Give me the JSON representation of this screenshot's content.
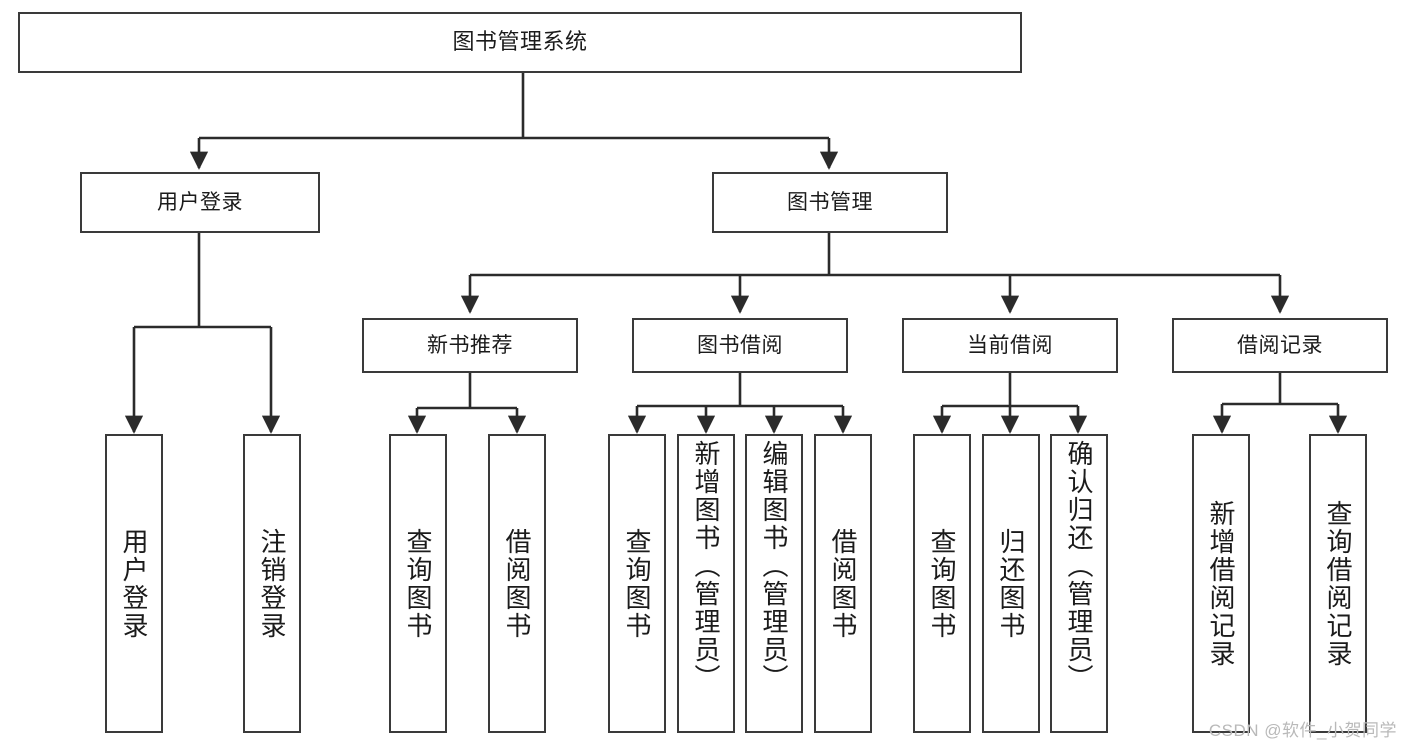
{
  "diagram": {
    "type": "tree-hierarchy",
    "title": "图书管理系统",
    "watermark": "CSDN @软件_小贺同学",
    "colors": {
      "background": "#ffffff",
      "node_fill": "#ffffff",
      "node_border": "#3a3a3a",
      "edge": "#2b2b2b",
      "text": "#1b1b1b",
      "watermark": "#b9b9b9"
    },
    "levels": [
      {
        "level": 0,
        "nodes": [
          {
            "id": "root",
            "label": "图书管理系统"
          }
        ]
      },
      {
        "level": 1,
        "nodes": [
          {
            "id": "user-login",
            "label": "用户登录",
            "parent": "root"
          },
          {
            "id": "book-manage",
            "label": "图书管理",
            "parent": "root"
          }
        ]
      },
      {
        "level": 2,
        "nodes": [
          {
            "id": "new-book-rec",
            "label": "新书推荐",
            "parent": "book-manage"
          },
          {
            "id": "book-borrow",
            "label": "图书借阅",
            "parent": "book-manage"
          },
          {
            "id": "current-borrow",
            "label": "当前借阅",
            "parent": "book-manage"
          },
          {
            "id": "borrow-record",
            "label": "借阅记录",
            "parent": "book-manage"
          }
        ]
      },
      {
        "level": 3,
        "nodes": [
          {
            "id": "leaf-1",
            "label": "用户登录",
            "parent": "user-login"
          },
          {
            "id": "leaf-2",
            "label": "注销登录",
            "parent": "user-login"
          },
          {
            "id": "leaf-3",
            "label": "查询图书",
            "parent": "new-book-rec"
          },
          {
            "id": "leaf-4",
            "label": "借阅图书",
            "parent": "new-book-rec"
          },
          {
            "id": "leaf-5",
            "label": "查询图书",
            "parent": "book-borrow"
          },
          {
            "id": "leaf-6",
            "label": "新增图书（管理员）",
            "parent": "book-borrow"
          },
          {
            "id": "leaf-7",
            "label": "编辑图书（管理员）",
            "parent": "book-borrow"
          },
          {
            "id": "leaf-8",
            "label": "借阅图书",
            "parent": "book-borrow"
          },
          {
            "id": "leaf-9",
            "label": "查询图书",
            "parent": "current-borrow"
          },
          {
            "id": "leaf-10",
            "label": "归还图书",
            "parent": "current-borrow"
          },
          {
            "id": "leaf-11",
            "label": "确认归还（管理员）",
            "parent": "current-borrow"
          },
          {
            "id": "leaf-12",
            "label": "新增借阅记录",
            "parent": "borrow-record"
          },
          {
            "id": "leaf-13",
            "label": "查询借阅记录",
            "parent": "borrow-record"
          }
        ]
      }
    ]
  }
}
